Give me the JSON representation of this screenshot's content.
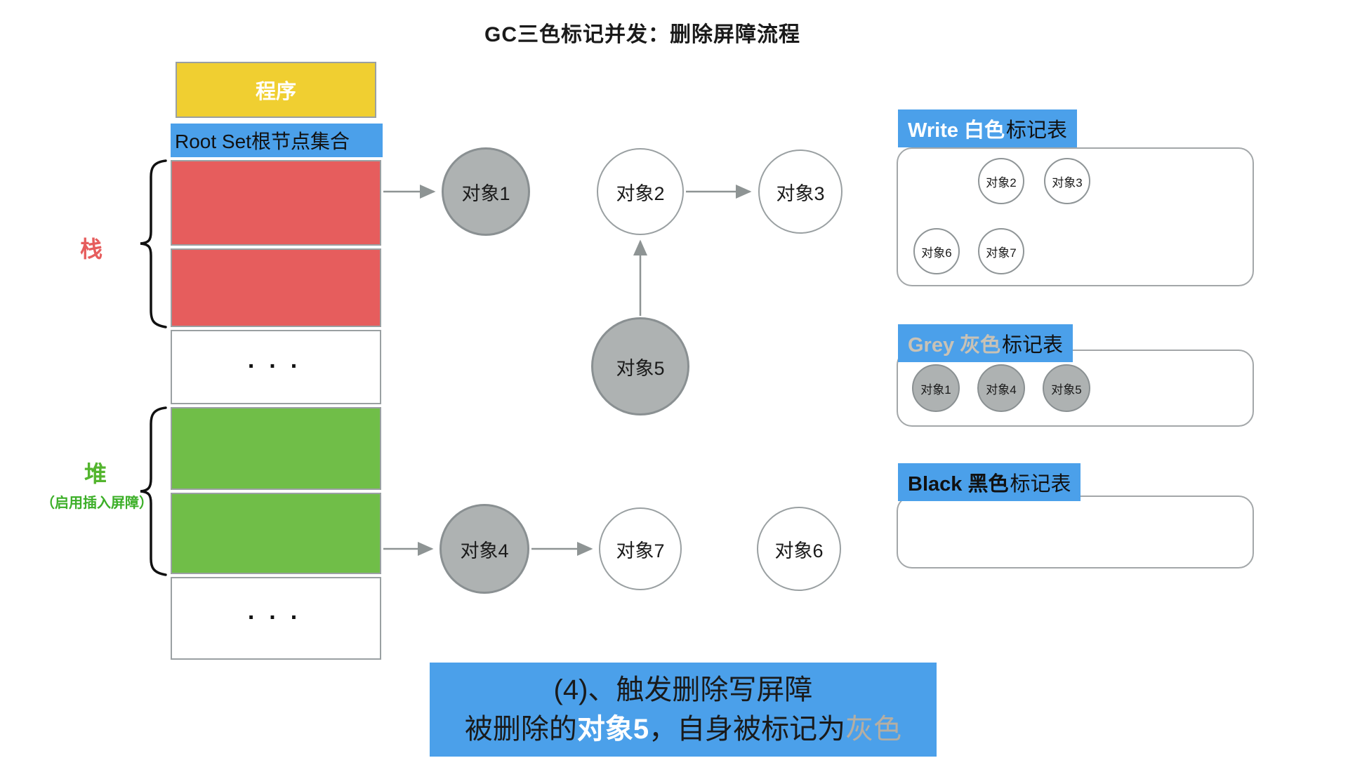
{
  "title": "GC三色标记并发：删除屏障流程",
  "memory": {
    "program": "程序",
    "root_set": "Root Set根节点集合",
    "stack_label": "栈",
    "heap_label": "堆",
    "heap_note": "（启用插入屏障）",
    "ellipsis": "..."
  },
  "graph": {
    "nodes": [
      {
        "label": "对象1",
        "color": "grey"
      },
      {
        "label": "对象2",
        "color": "white"
      },
      {
        "label": "对象3",
        "color": "white"
      },
      {
        "label": "对象5",
        "color": "grey"
      },
      {
        "label": "对象4",
        "color": "grey"
      },
      {
        "label": "对象7",
        "color": "white"
      },
      {
        "label": "对象6",
        "color": "white"
      }
    ],
    "edges": [
      {
        "from": "root-set-stack",
        "to": "对象1"
      },
      {
        "from": "对象2",
        "to": "对象3"
      },
      {
        "from": "对象5",
        "to": "对象2"
      },
      {
        "from": "root-set-heap",
        "to": "对象4"
      },
      {
        "from": "对象4",
        "to": "对象7"
      }
    ]
  },
  "tables": {
    "white": {
      "title_en": "Write 白色",
      "title_cn": "标记表",
      "items": [
        "对象2",
        "对象3",
        "对象6",
        "对象7"
      ]
    },
    "grey": {
      "title_en": "Grey 灰色",
      "title_cn": "标记表",
      "items": [
        "对象1",
        "对象4",
        "对象5"
      ]
    },
    "black": {
      "title_en": "Black 黑色",
      "title_cn": "标记表",
      "items": []
    }
  },
  "caption": {
    "line1": "(4)、触发删除写屏障",
    "line2": [
      {
        "text": "被删除的",
        "color": "black"
      },
      {
        "text": "对象5",
        "color": "white"
      },
      {
        "text": "，自身被标记为",
        "color": "black"
      },
      {
        "text": "灰色",
        "color": "grey"
      }
    ]
  },
  "colors": {
    "blue": "#4ba0ea",
    "yellow": "#f0cf31",
    "red": "#e65d5d",
    "green": "#70be48",
    "grey_fill": "#aeb2b2",
    "grey_header_text": "#c9c2b5",
    "caption_grey_text": "#b5aea2"
  }
}
